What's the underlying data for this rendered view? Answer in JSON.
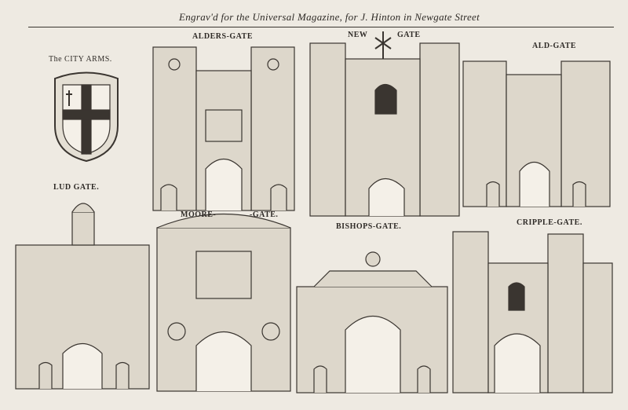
{
  "header": {
    "title": "Engrav'd for the Universal Magazine, for J. Hinton in Newgate Street"
  },
  "labels": {
    "city_arms": "The CITY ARMS.",
    "alders_gate": "ALDERS-GATE",
    "new_gate_1": "NEW",
    "new_gate_2": "GATE",
    "ald_gate": "ALD-GATE",
    "lud_gate": "LUD GATE.",
    "moore_gate_1": "MOORE-",
    "moore_gate_2": "-GATE.",
    "bishops_gate": "BISHOPS-GATE.",
    "cripple_gate": "CRIPPLE-GATE."
  },
  "colors": {
    "paper": "#eeeae2",
    "ink": "#3a3530"
  }
}
